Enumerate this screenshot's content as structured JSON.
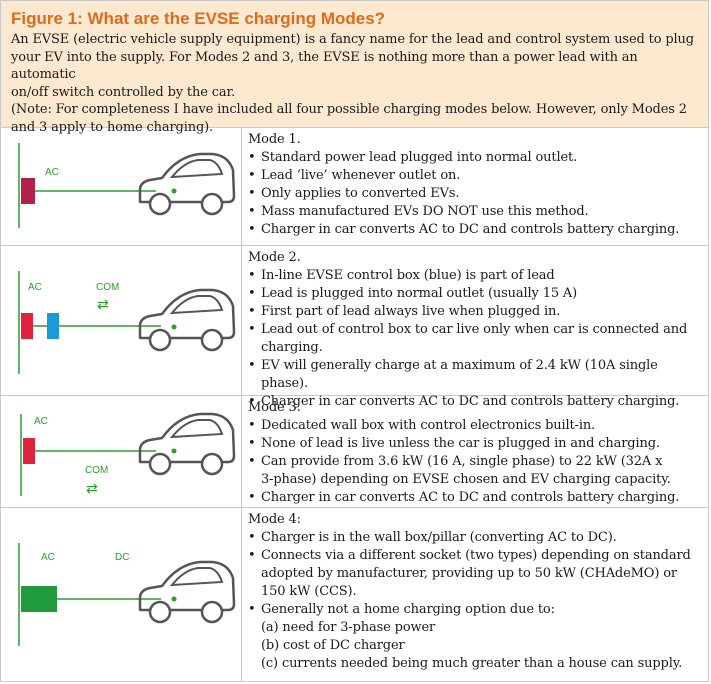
{
  "figure": {
    "title": "Figure 1: What are the EVSE charging Modes?",
    "intro_lines": [
      "An EVSE (electric vehicle supply equipment) is a fancy name for the lead and control system used to plug",
      "your EV into the supply. For Modes 2 and 3, the EVSE is nothing more than a power lead with an automatic",
      "on/off switch controlled by the car.",
      "(Note: For completeness I have included all four possible charging modes below. However, only Modes 2",
      "and 3 apply to home charging)."
    ]
  },
  "colors": {
    "title": "#e06a1c",
    "header_bg": "#fde9d0",
    "line_green": "#2a9d2a",
    "mode1_block": "#b0214b",
    "mode3_block": "#e0233f",
    "evse_box_blue": "#1a9ad6",
    "dc_block": "#1f9a3c",
    "car_outline": "#555555"
  },
  "modes": [
    {
      "title": "Mode 1.",
      "labels": {
        "ac": "AC"
      },
      "lines": [
        "Standard power lead plugged into normal outlet.",
        "Lead ‘live’ whenever outlet on.",
        "Only applies to converted EVs.",
        "Mass manufactured EVs DO NOT use this method.",
        "Charger in car converts AC to DC and controls battery charging."
      ]
    },
    {
      "title": "Mode 2.",
      "labels": {
        "ac": "AC",
        "com": "COM",
        "com_icon": "⇄"
      },
      "lines": [
        "In-line EVSE control box (blue) is part of lead",
        "Lead is plugged into normal outlet (usually 15 A)",
        "First part of lead always live when plugged in.",
        "Lead out of control box to car live only when car is connected and",
        "charging.",
        "EV will generally charge at a maximum of 2.4 kW (10A single phase).",
        "Charger in car converts AC to DC and controls battery charging."
      ]
    },
    {
      "title": "Mode 3.",
      "labels": {
        "ac": "AC",
        "com": "COM",
        "com_icon": "⇄"
      },
      "lines": [
        "Dedicated wall box with control electronics built-in.",
        "None of lead is live unless the car is plugged in and charging.",
        "Can provide from 3.6 kW (16 A, single phase) to 22 kW (32A x",
        "3-phase) depending on EVSE chosen and EV charging capacity.",
        "Charger in car converts AC to DC and controls battery charging."
      ]
    },
    {
      "title": "Mode 4:",
      "labels": {
        "ac": "AC",
        "dc": "DC"
      },
      "lines": [
        "Charger is in the wall box/pillar (converting AC to DC).",
        "Connects via a different socket (two types) depending on standard",
        "adopted by manufacturer, providing up to 50 kW (CHAdeMO) or",
        "150 kW (CCS).",
        "Generally not a home charging option due to:",
        "(a) need for 3-phase power",
        "(b) cost of DC charger",
        "(c) currents needed being much greater than a house can supply."
      ]
    }
  ]
}
